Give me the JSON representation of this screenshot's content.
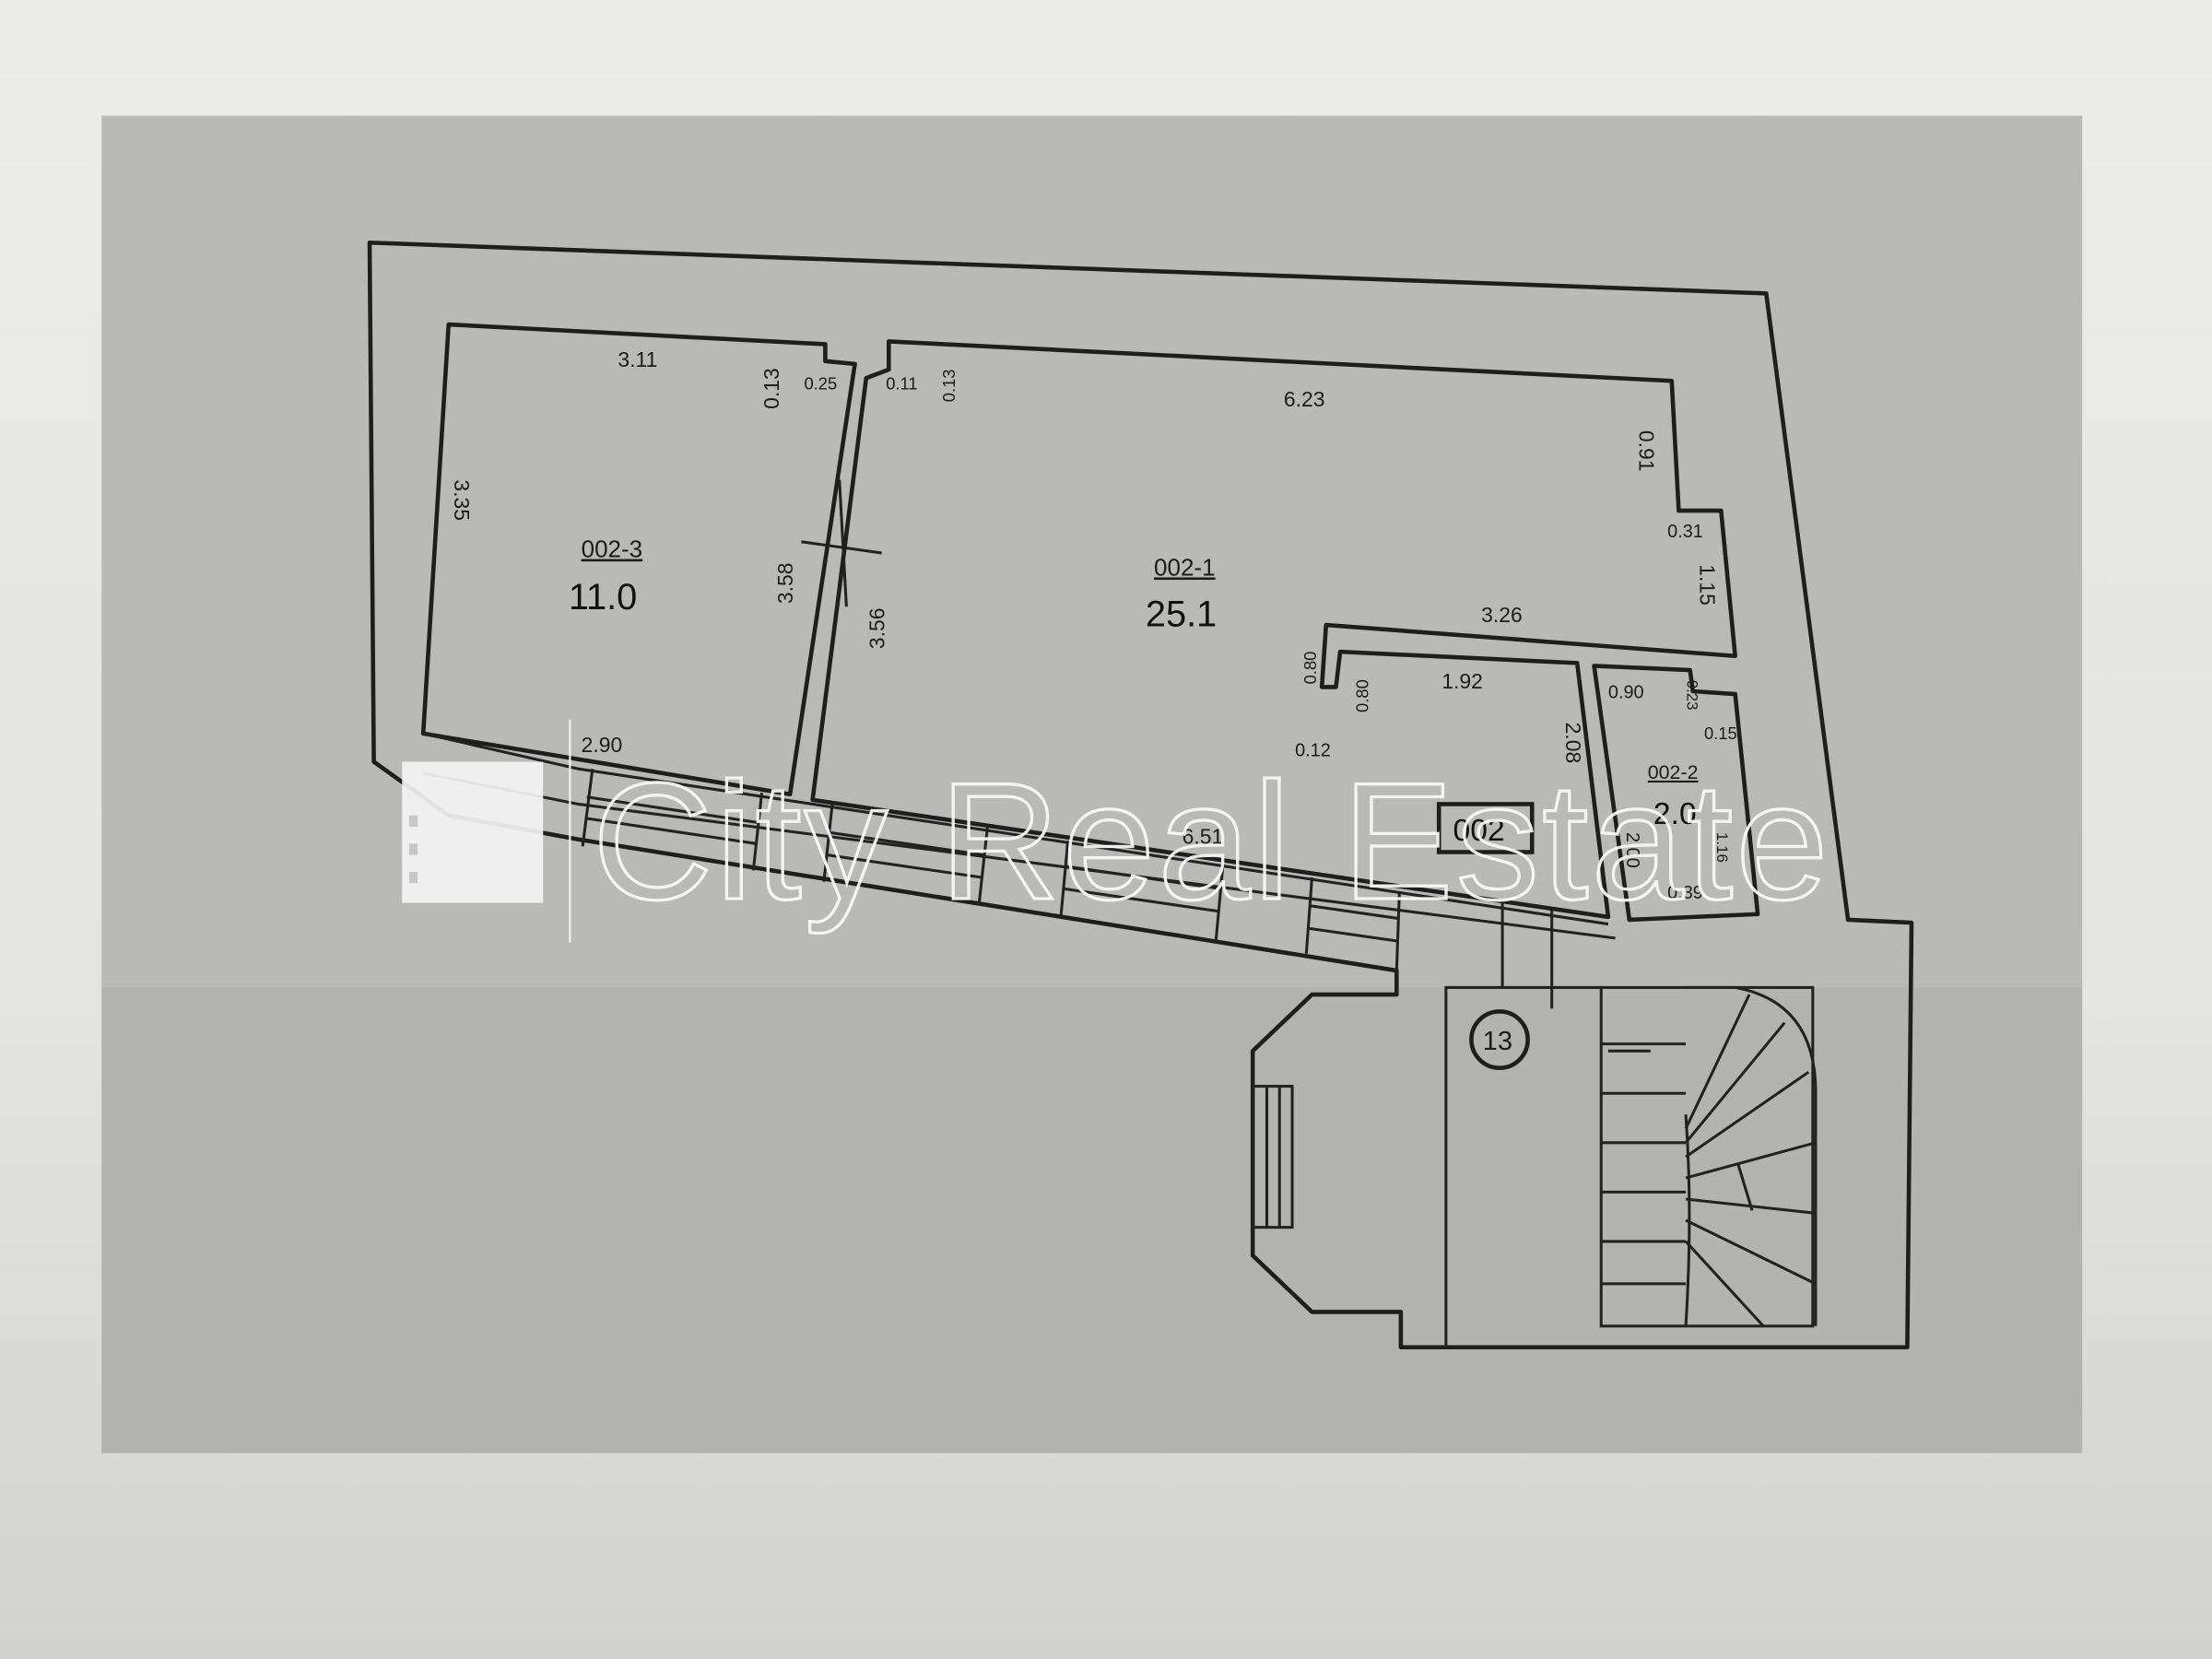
{
  "floor_plan": {
    "rooms": [
      {
        "id": "002-3",
        "area": "11.0"
      },
      {
        "id": "002-1",
        "area": "25.1"
      },
      {
        "id": "002-2",
        "area": "2.0"
      }
    ],
    "unit_label": "002",
    "stair_number": "13",
    "dims": [
      "3.11",
      "0.13",
      "0.25",
      "0.11",
      "0.13",
      "6.23",
      "0.91",
      "0.31",
      "1.15",
      "3.26",
      "0.80",
      "0.80",
      "1.92",
      "0.90",
      "0.23",
      "0.15",
      "0.12",
      "2.08",
      "2.00",
      "1.16",
      "0.39",
      "3.35",
      "3.58",
      "3.56",
      "2.90",
      "6.51"
    ]
  },
  "watermark": {
    "text": "City Real Estate"
  },
  "colors": {
    "paper": "#e8e8e6",
    "plan_background": "#b9b9b7",
    "ink": "#1e1e1e",
    "watermark": "#fafafa"
  }
}
